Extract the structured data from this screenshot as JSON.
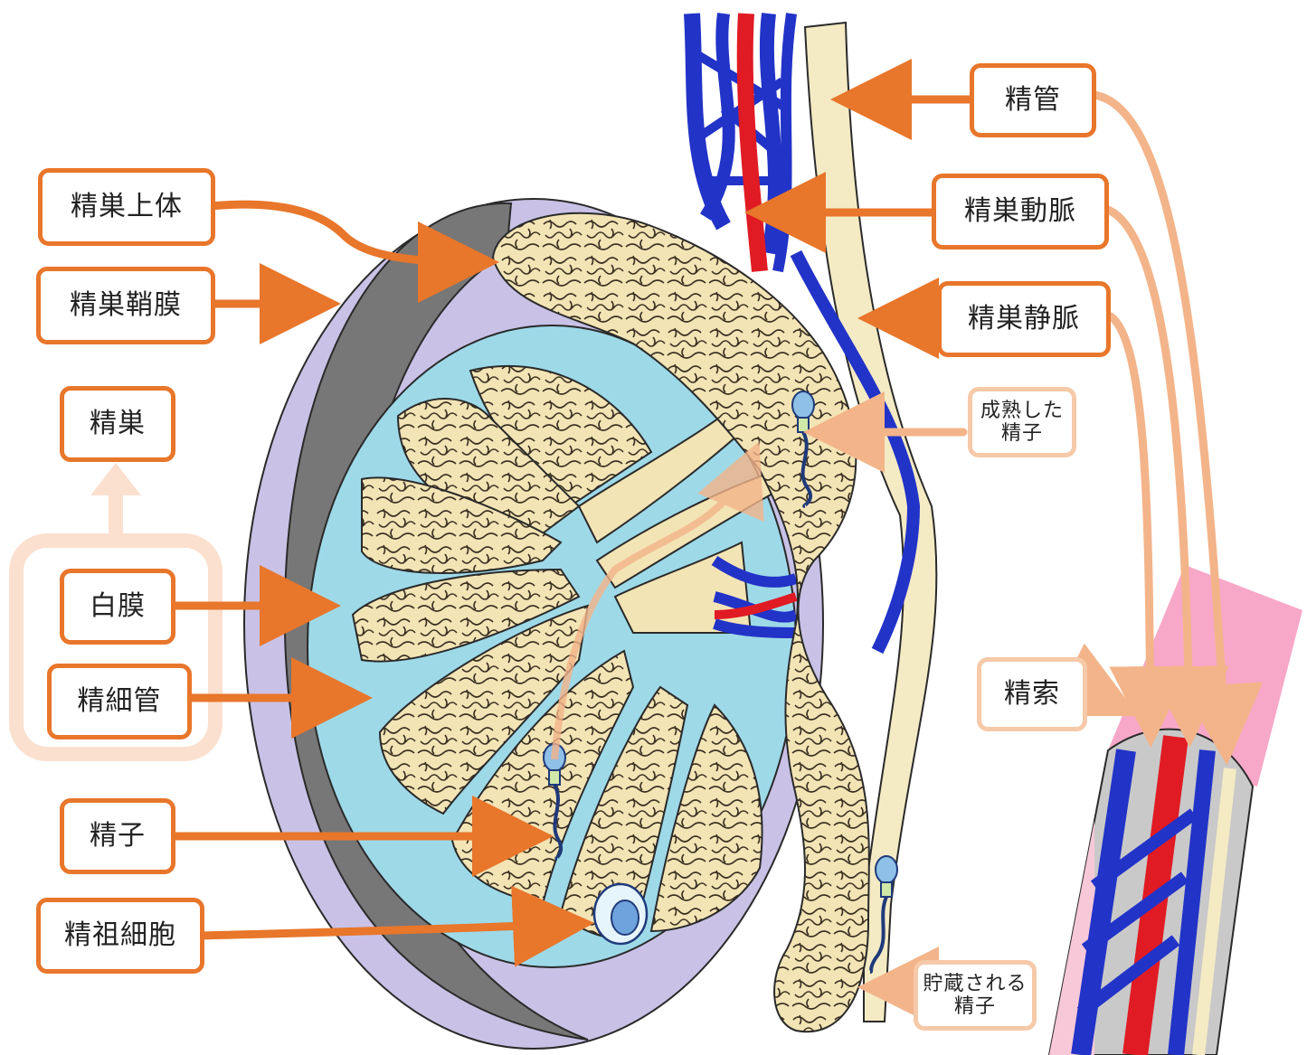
{
  "diagram": {
    "labels": {
      "vas_deferens": "精管",
      "epididymis": "精巣上体",
      "testicular_artery": "精巣動脈",
      "tunica_vaginalis": "精巣鞘膜",
      "testicular_vein": "精巣静脈",
      "mature_sperm_line1": "成熟した",
      "mature_sperm_line2": "精子",
      "testis": "精巣",
      "tunica_albuginea": "白膜",
      "seminiferous_tubule": "精細管",
      "spermatic_cord": "精索",
      "sperm": "精子",
      "spermatogonium": "精祖細胞",
      "stored_sperm_line1": "貯蔵される",
      "stored_sperm_line2": "精子"
    },
    "colors": {
      "arrow": "#e8762b",
      "arrow_soft": "#f3b48a",
      "tunica_vaginalis": "#c9c2e6",
      "cavity": "#777777",
      "tunica_albuginea": "#9ed9e8",
      "tubules": "#f3e4b5",
      "artery": "#e01b24",
      "vein": "#2233c8",
      "cord_sheath": "#f7a8c8"
    }
  }
}
